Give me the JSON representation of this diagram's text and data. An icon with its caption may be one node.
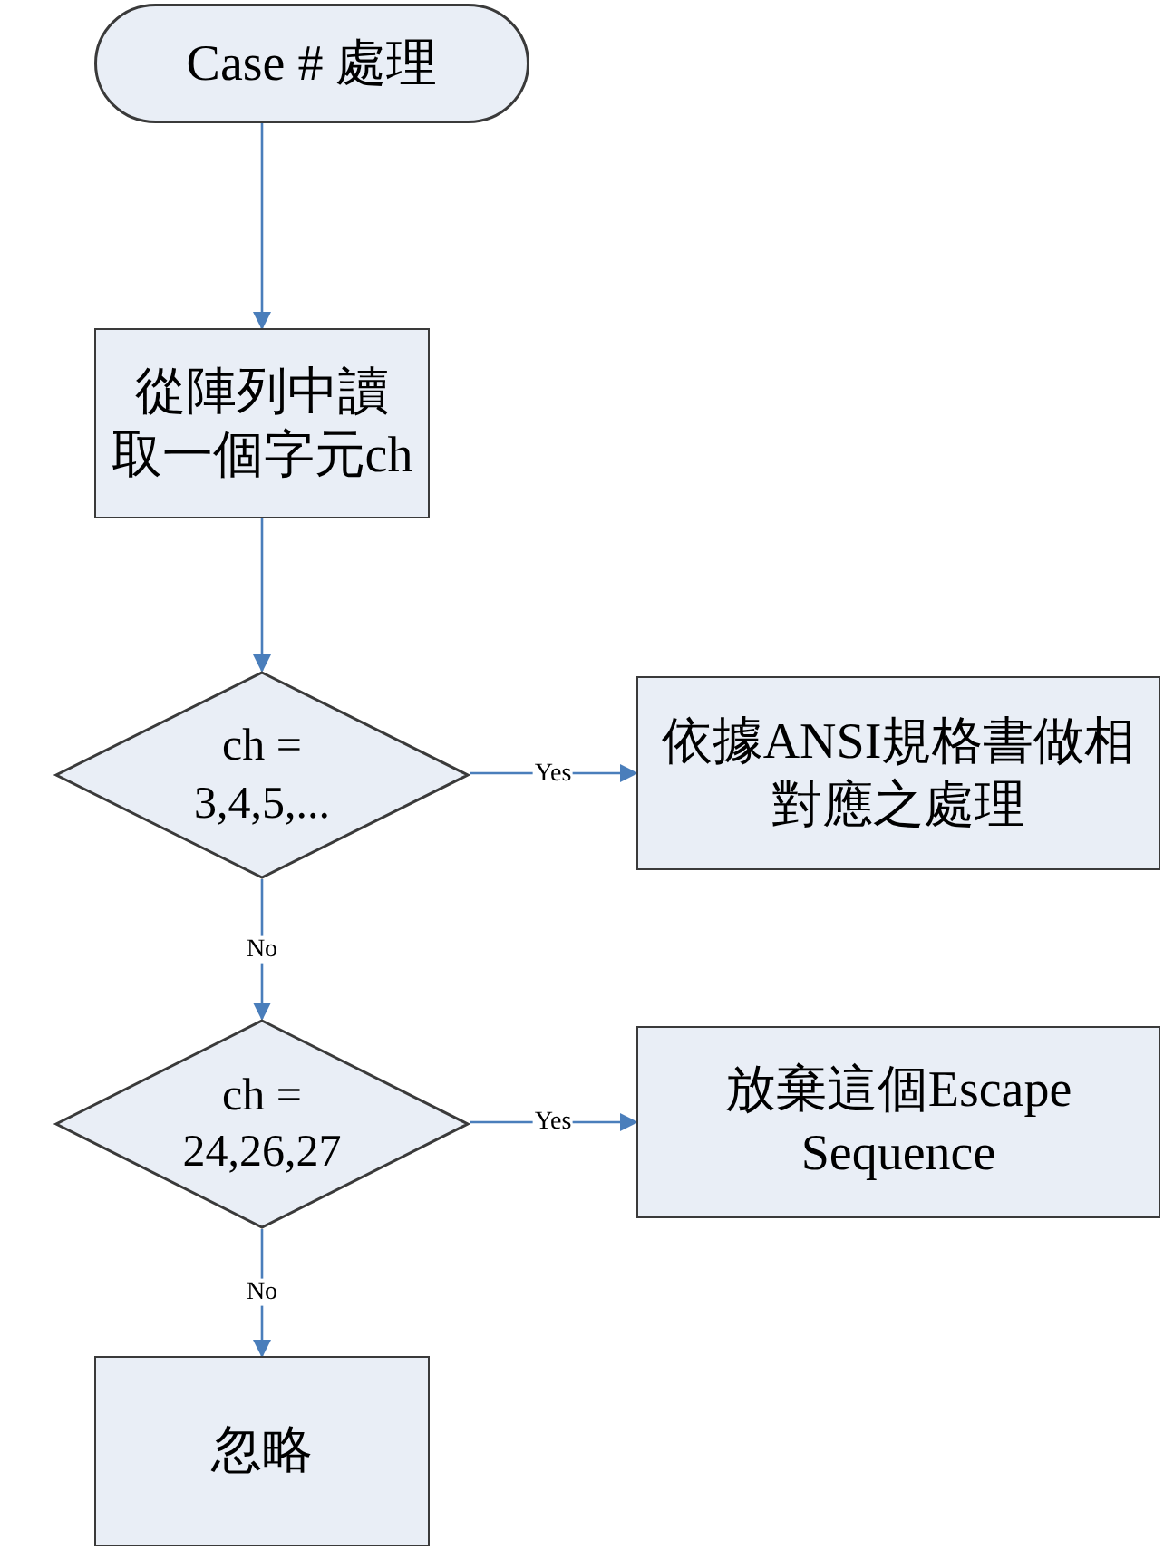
{
  "diagram": {
    "nodes": [
      {
        "text": [
          "Case # 處理"
        ]
      },
      {
        "text": [
          "從陣列中讀取一個字元ch"
        ]
      },
      {
        "text": [
          "ch = 3,4,5,..."
        ]
      },
      {
        "text": [
          "依據ANSI規格書做相對應之處理"
        ]
      },
      {
        "text": [
          "ch = 24,26,27"
        ]
      },
      {
        "text": [
          "放棄這個Escape Sequence"
        ]
      },
      {
        "text": [
          "忽略"
        ]
      }
    ],
    "edges": [
      {
        "from": 0,
        "to": 1,
        "arrow": "to"
      },
      {
        "from": 1,
        "to": 2,
        "arrow": "to"
      },
      {
        "from": 2,
        "to": 3,
        "arrow": "to",
        "label": "Yes"
      },
      {
        "from": 2,
        "to": 4,
        "arrow": "to",
        "label": "No"
      },
      {
        "from": 4,
        "to": 5,
        "arrow": "to",
        "label": "Yes"
      },
      {
        "from": 4,
        "to": 6,
        "arrow": "to",
        "label": "No"
      }
    ]
  }
}
